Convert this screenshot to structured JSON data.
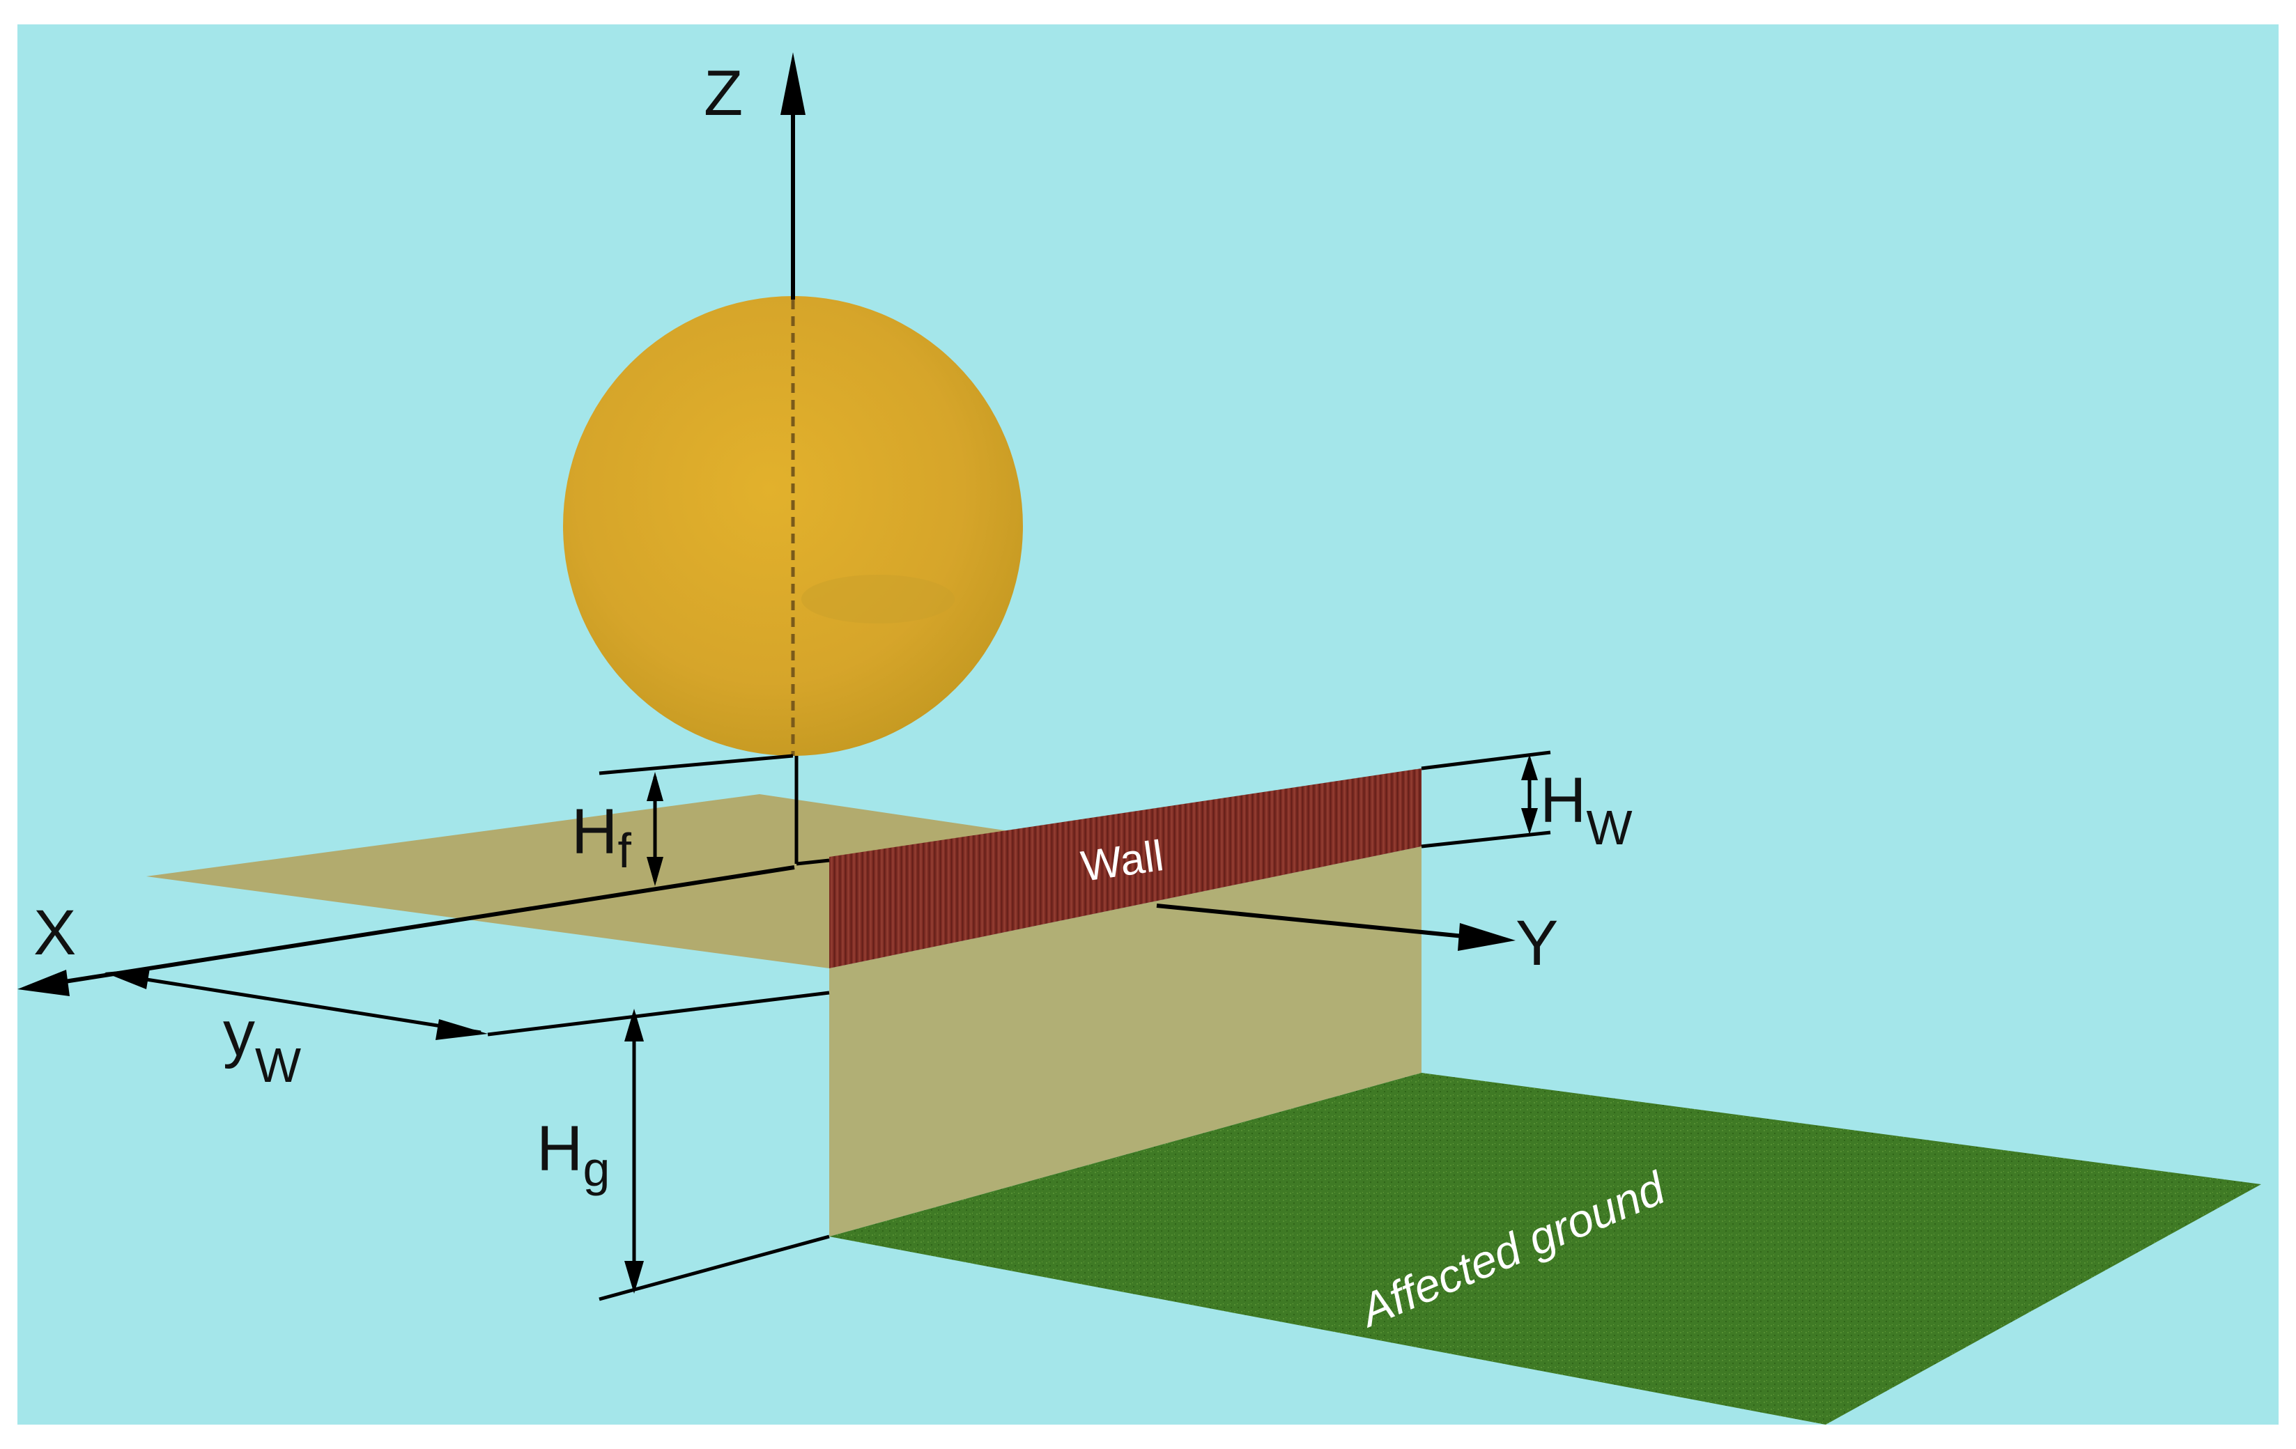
{
  "labels": {
    "axis_z": "Z",
    "axis_x": "X",
    "axis_y": "Y",
    "h_f_main": "H",
    "h_f_sub": "f",
    "h_w_main": "H",
    "h_w_sub": "W",
    "h_g_main": "H",
    "h_g_sub": "g",
    "y_w_main": "y",
    "y_w_sub": "W",
    "wall": "Wall",
    "ground": "Affected ground"
  },
  "colors": {
    "background": "#a4e6ea",
    "fireball": "#d4a52a",
    "fireball_highlight": "#e0b52e",
    "plane": "#b4a460",
    "wall": "#7a2a22",
    "ground": "#3f7a25",
    "ground_dark": "#2f6418",
    "line": "#000000"
  }
}
